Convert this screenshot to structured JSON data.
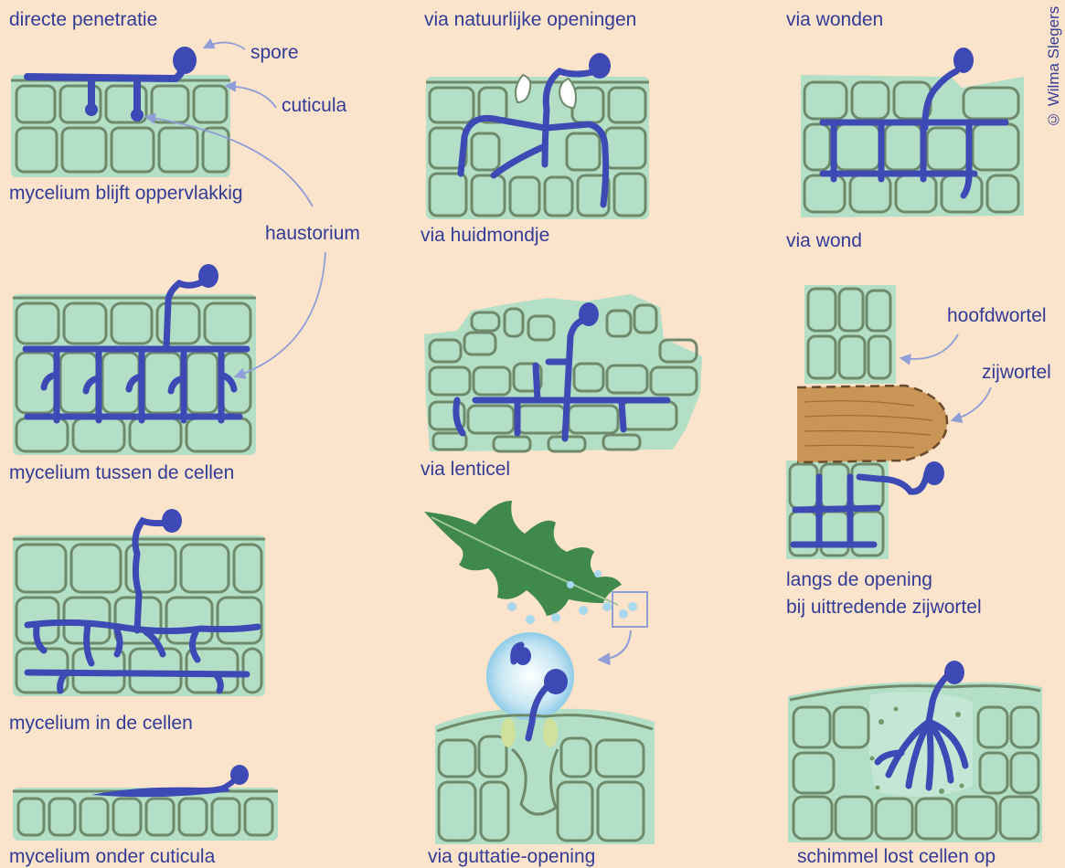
{
  "columns": {
    "col1_title": "directe penetratie",
    "col2_title": "via natuurlijke openingen",
    "col3_title": "via wonden"
  },
  "callouts": {
    "spore": "spore",
    "cuticula": "cuticula",
    "haustorium": "haustorium",
    "hoofdwortel": "hoofdwortel",
    "zijwortel": "zijwortel"
  },
  "captions": {
    "c1_1": "mycelium blijft oppervlakkig",
    "c1_2": "mycelium tussen de cellen",
    "c1_3": "mycelium in de cellen",
    "c1_4": "mycelium onder cuticula",
    "c2_1": "via huidmondje",
    "c2_2": "via lenticel",
    "c2_3": "via guttatie-opening",
    "c3_1": "via wond",
    "c3_2_line1": "langs de opening",
    "c3_2_line2": "bij uittredende zijwortel",
    "c3_3": "schimmel lost cellen op"
  },
  "credit": "© Wilma Slegers",
  "colors": {
    "background": "#fbe3cc",
    "cell_fill": "#b2dfc6",
    "cell_stroke": "#6f8a6a",
    "fungus": "#3d49b5",
    "text": "#323c96",
    "arrow": "#8f9ed6",
    "leaf": "#3f8a4a",
    "root": "#c89556",
    "guard_cell": "#cfe19c"
  }
}
